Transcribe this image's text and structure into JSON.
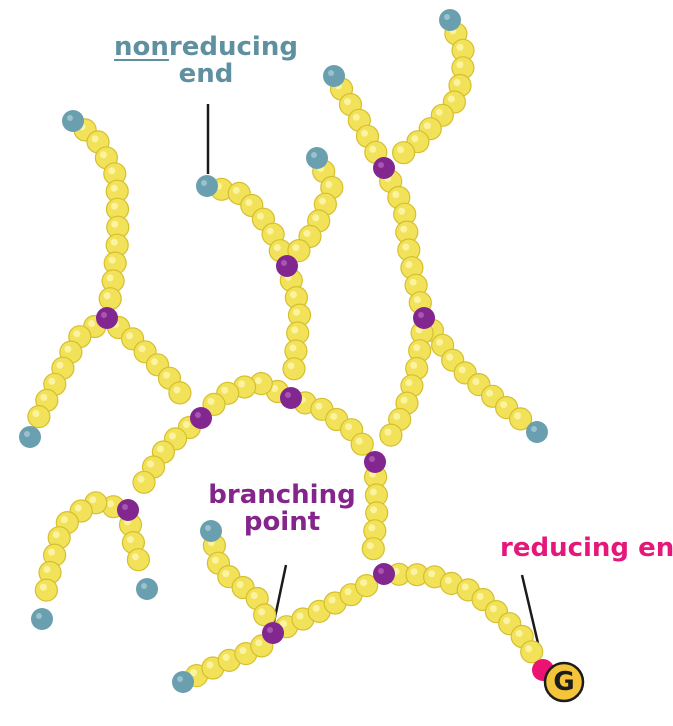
{
  "labels": {
    "nonreducing_prefix": "non",
    "nonreducing_rest": "reducing",
    "nonreducing_line2": "end",
    "branching_line1": "branching",
    "branching_line2": "point",
    "reducing_end": "reducing end",
    "glucose_letter": "G"
  },
  "colors": {
    "glucose_unit": "#f2e25a",
    "glucose_outline": "#d6bf2c",
    "nonreducing_end": "#6a9faf",
    "branching_point": "#82278f",
    "reducing_end": "#ec1271",
    "text_nonreducing": "#5e909f",
    "text_branching": "#84258b",
    "text_reducing": "#e5177a",
    "glucose_badge_fill": "#f4c43a"
  }
}
